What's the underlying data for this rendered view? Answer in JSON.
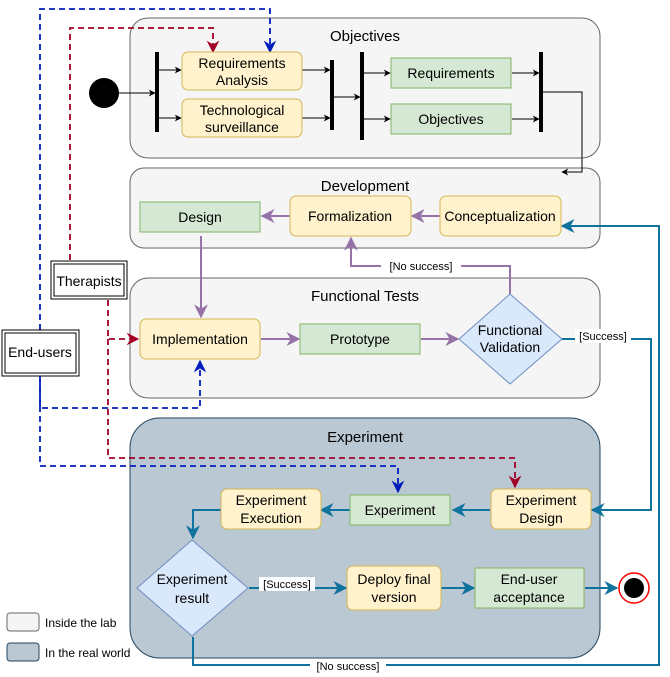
{
  "groups": {
    "objectives": "Objectives",
    "development": "Development",
    "functional_tests": "Functional Tests",
    "experiment": "Experiment"
  },
  "nodes": {
    "req_analysis_1": "Requirements",
    "req_analysis_2": "Analysis",
    "tech_surv_1": "Technological",
    "tech_surv_2": "surveillance",
    "requirements": "Requirements",
    "objectives": "Objectives",
    "conceptualization": "Conceptualization",
    "formalization": "Formalization",
    "design": "Design",
    "implementation": "Implementation",
    "prototype": "Prototype",
    "functional_validation_1": "Functional",
    "functional_validation_2": "Validation",
    "experiment_design_1": "Experiment",
    "experiment_design_2": "Design",
    "experiment": "Experiment",
    "experiment_execution_1": "Experiment",
    "experiment_execution_2": "Execution",
    "experiment_result_1": "Experiment",
    "experiment_result_2": "result",
    "deploy_1": "Deploy final",
    "deploy_2": "version",
    "acceptance_1": "End-user",
    "acceptance_2": "acceptance"
  },
  "actors": {
    "therapists": "Therapists",
    "end_users": "End-users"
  },
  "edge_labels": {
    "no_success_top": "[No success]",
    "success_fv": "[Success]",
    "success_exp": "[Success]",
    "no_success_bottom": "[No success]"
  },
  "legend": {
    "inside_lab": "Inside the lab",
    "real_world": "In the real world"
  },
  "colors": {
    "group_fill": "#f5f5f5",
    "experiment_fill": "#bac8d3",
    "yellow_fill": "#fff2cc",
    "yellow_stroke": "#d6b656",
    "green_fill": "#d5e8d4",
    "green_stroke": "#82b366",
    "diamond_fill": "#dae8fc",
    "diamond_stroke": "#6c8ebf",
    "purple": "#9673a6",
    "blue": "#10739e",
    "dash_blue": "#001dbc",
    "dash_red": "#a20025",
    "end_red": "#ff0000"
  }
}
